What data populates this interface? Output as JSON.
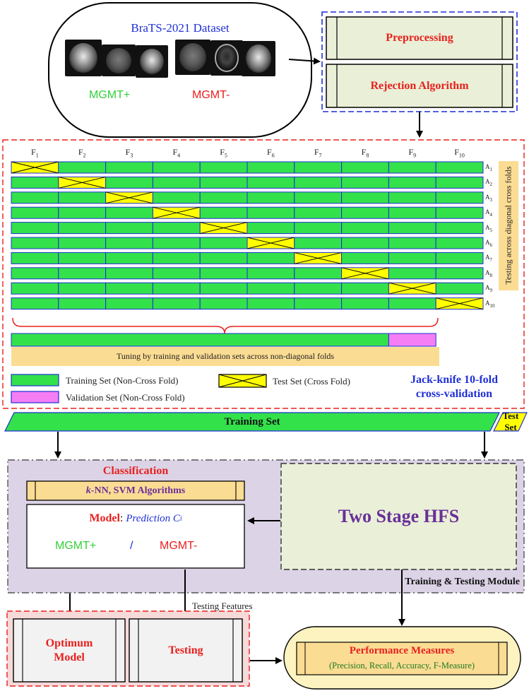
{
  "dataset": {
    "title": "BraTS-2021 Dataset",
    "mgmt_pos": "MGMT+",
    "mgmt_neg": "MGMT-"
  },
  "preprocessing": {
    "step1": "Preprocessing",
    "step2": "Rejection Algorithm"
  },
  "grid": {
    "fold_headers": [
      {
        "main": "F",
        "sub": "1"
      },
      {
        "main": "F",
        "sub": "2"
      },
      {
        "main": "F",
        "sub": "3"
      },
      {
        "main": "F",
        "sub": "4"
      },
      {
        "main": "F",
        "sub": "5"
      },
      {
        "main": "F",
        "sub": "6"
      },
      {
        "main": "F",
        "sub": "7"
      },
      {
        "main": "F",
        "sub": "8"
      },
      {
        "main": "F",
        "sub": "9"
      },
      {
        "main": "F",
        "sub": "10"
      }
    ],
    "row_labels": [
      {
        "main": "A",
        "sub": "1"
      },
      {
        "main": "A",
        "sub": "2"
      },
      {
        "main": "A",
        "sub": "3"
      },
      {
        "main": "A",
        "sub": "4"
      },
      {
        "main": "A",
        "sub": "5"
      },
      {
        "main": "A",
        "sub": "6"
      },
      {
        "main": "A",
        "sub": "7"
      },
      {
        "main": "A",
        "sub": "8"
      },
      {
        "main": "A",
        "sub": "9"
      },
      {
        "main": "A",
        "sub": "10"
      }
    ],
    "side_label": "Testing across diagonal cross folds",
    "tuning_text": "Tuning by training and validation sets across non-diagonal folds",
    "training_folds_in_tuning": 8,
    "validation_folds_in_tuning": 1
  },
  "legend": {
    "training": "Training Set (Non-Cross Fold)",
    "validation": "Validation Set (Non-Cross Fold)",
    "test": "Test Set (Cross Fold)",
    "method_line1": "Jack-knife 10-fold",
    "method_line2": "cross-validation"
  },
  "sets": {
    "training": "Training Set",
    "test": "Test Set"
  },
  "module": {
    "classification_title": "Classification",
    "algorithms_k": "k",
    "algorithms_rest": "-NN, SVM Algorithms",
    "model_label": "Model",
    "prediction_label": "Prediction C",
    "prediction_sub": "i",
    "mgmt_pos": "MGMT+",
    "separator": "/",
    "mgmt_neg": "MGMT-",
    "hfs_label": "Two Stage HFS",
    "module_label": "Training & Testing Module"
  },
  "outputs": {
    "testing_features": "Testing Features",
    "optimum_line1": "Optimum",
    "optimum_line2": "Model",
    "testing": "Testing",
    "performance_title": "Performance Measures",
    "performance_metrics": "(Precision, Recall, Accuracy, F-Measure)"
  },
  "colors": {
    "training_green": "#33e14a",
    "test_yellow": "#ffff00",
    "validation_pink": "#f57ef5",
    "tuning_band": "#fbdc93",
    "module_bg": "#dcd3e6",
    "panel_green": "#e9f0d7",
    "output_pink": "#f6d9d9",
    "performance_bg": "#fdf3c1",
    "label_red": "#e8201e",
    "label_blue": "#1f2fd6",
    "label_purple": "#6a2f9a",
    "cell_border": "#1f2fd6"
  }
}
